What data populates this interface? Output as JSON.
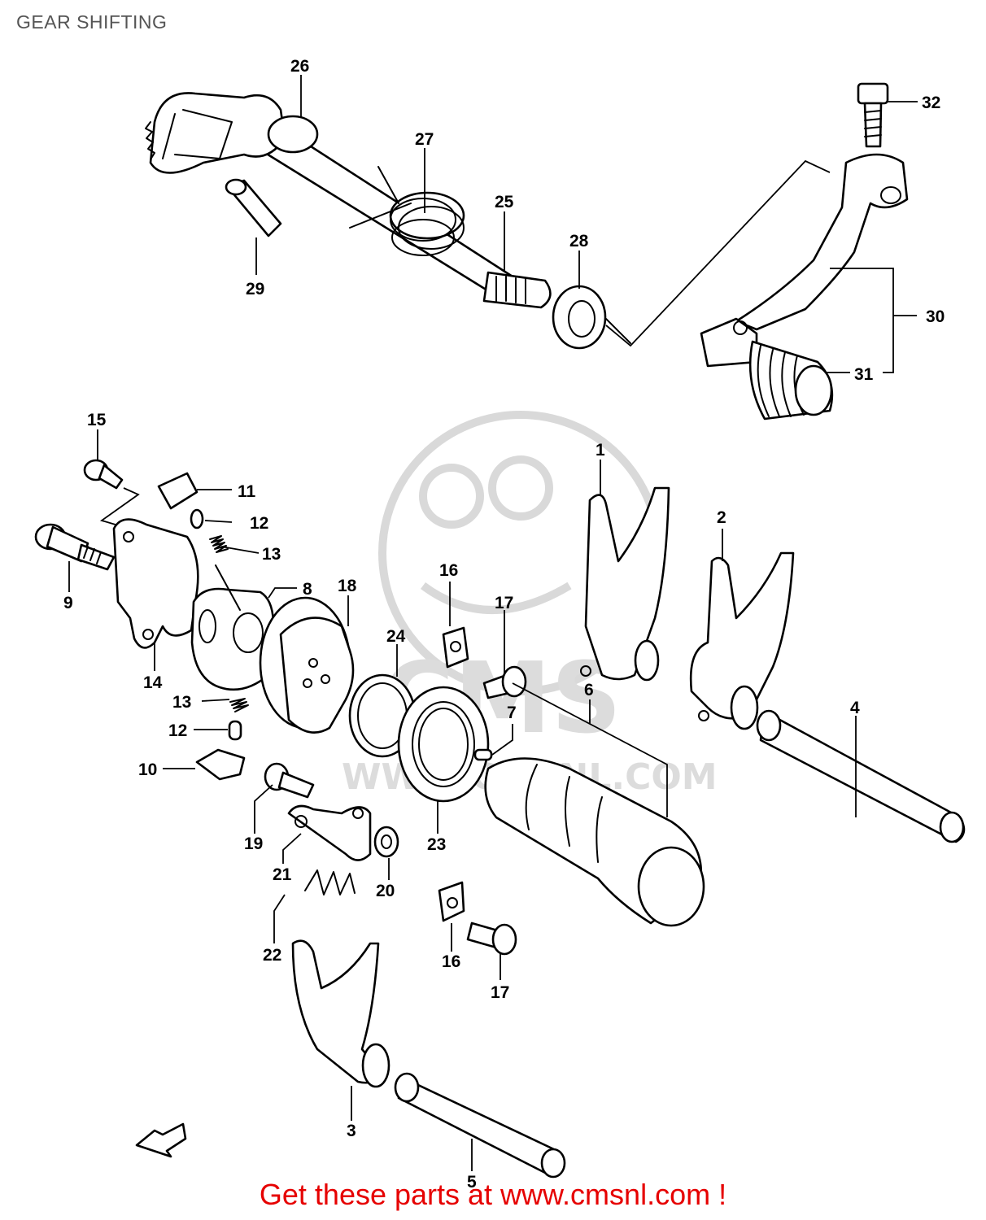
{
  "header": {
    "title": "GEAR SHIFTING"
  },
  "watermark": {
    "text": "CMS",
    "url_text": "WWW.CMSNL.COM"
  },
  "callouts": {
    "p1": "1",
    "p2": "2",
    "p3": "3",
    "p4": "4",
    "p5": "5",
    "p6": "6",
    "p7": "7",
    "p8": "8",
    "p9": "9",
    "p10": "10",
    "p11": "11",
    "p12a": "12",
    "p12b": "12",
    "p13a": "13",
    "p13b": "13",
    "p14": "14",
    "p15": "15",
    "p16a": "16",
    "p16b": "16",
    "p17a": "17",
    "p17b": "17",
    "p18": "18",
    "p19": "19",
    "p20": "20",
    "p21": "21",
    "p22": "22",
    "p23": "23",
    "p24": "24",
    "p25": "25",
    "p26": "26",
    "p27": "27",
    "p28": "28",
    "p29": "29",
    "p30": "30",
    "p31": "31",
    "p32": "32"
  },
  "footer": {
    "link_text": "Get these parts at www.cmsnl.com !",
    "color": "#e60000"
  }
}
